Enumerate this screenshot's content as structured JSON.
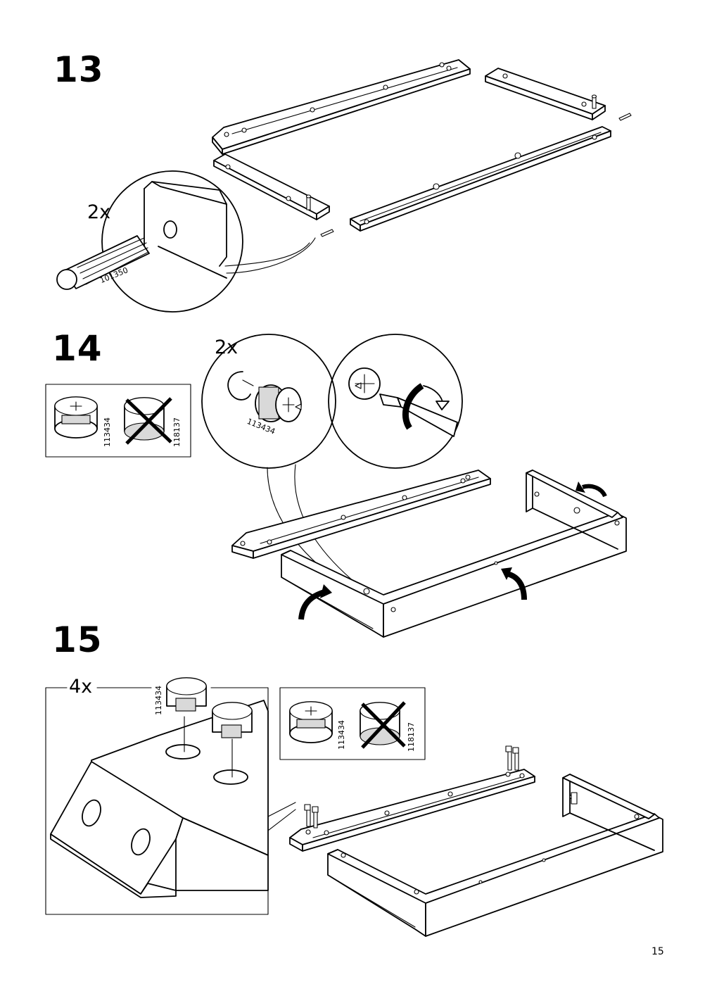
{
  "steps": [
    {
      "number": "13",
      "quantity": "2x",
      "part_code": "101350"
    },
    {
      "number": "14",
      "quantity": "2x",
      "part_code": "113434",
      "reference_box": {
        "correct_code": "113434",
        "wrong_code": "118137"
      }
    },
    {
      "number": "15",
      "quantity": "4x",
      "part_code": "113434",
      "reference_box": {
        "correct_code": "113434",
        "wrong_code": "118137"
      }
    }
  ],
  "page_number": "15",
  "icons": [
    "wooden-dowel-icon",
    "cam-lock-nut-icon",
    "screwdriver-icon",
    "rotate-arrow-icon",
    "prohibited-cross-icon"
  ]
}
